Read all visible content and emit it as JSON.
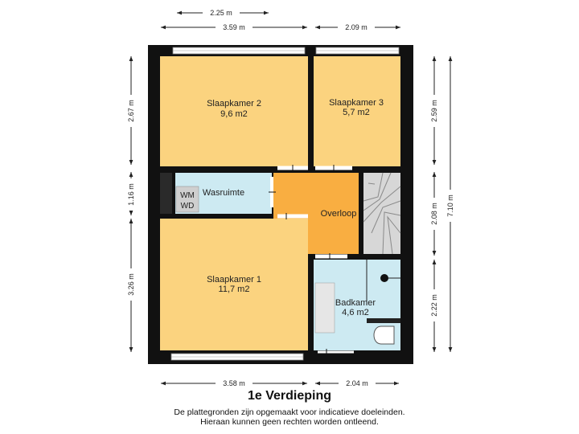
{
  "floor_title": "1e Verdieping",
  "disclaimer_line1": "De plattegronden zijn opgemaakt voor indicatieve doeleinden.",
  "disclaimer_line2": "Hieraan kunnen geen rechten worden ontleend.",
  "colors": {
    "room_yellow": "#fbd37f",
    "room_blue": "#cdeaf2",
    "hallway_orange": "#f9ae41",
    "wall": "#111111",
    "stairs": "#d7d7d7"
  },
  "rooms": {
    "slaapkamer2": {
      "name": "Slaapkamer 2",
      "area": "9,6 m2"
    },
    "slaapkamer3": {
      "name": "Slaapkamer 3",
      "area": "5,7 m2"
    },
    "wasruimte": {
      "name": "Wasruimte"
    },
    "overloop": {
      "name": "Overloop"
    },
    "slaapkamer1": {
      "name": "Slaapkamer 1",
      "area": "11,7 m2"
    },
    "badkamer": {
      "name": "Badkamer",
      "area": "4,6 m2"
    }
  },
  "appliances": {
    "wm": "WM",
    "wd": "WD"
  },
  "dimensions": {
    "top_inner": "2.25 m",
    "top_left": "3.59 m",
    "top_right": "2.09 m",
    "bottom_left": "3.58 m",
    "bottom_right": "2.04 m",
    "left_top": "2.67 m",
    "left_middle": "1.16 m",
    "left_bottom": "3.26 m",
    "right_top": "2.59 m",
    "right_middle": "2.08 m",
    "right_bottom": "2.22 m",
    "right_total": "7.10 m"
  }
}
